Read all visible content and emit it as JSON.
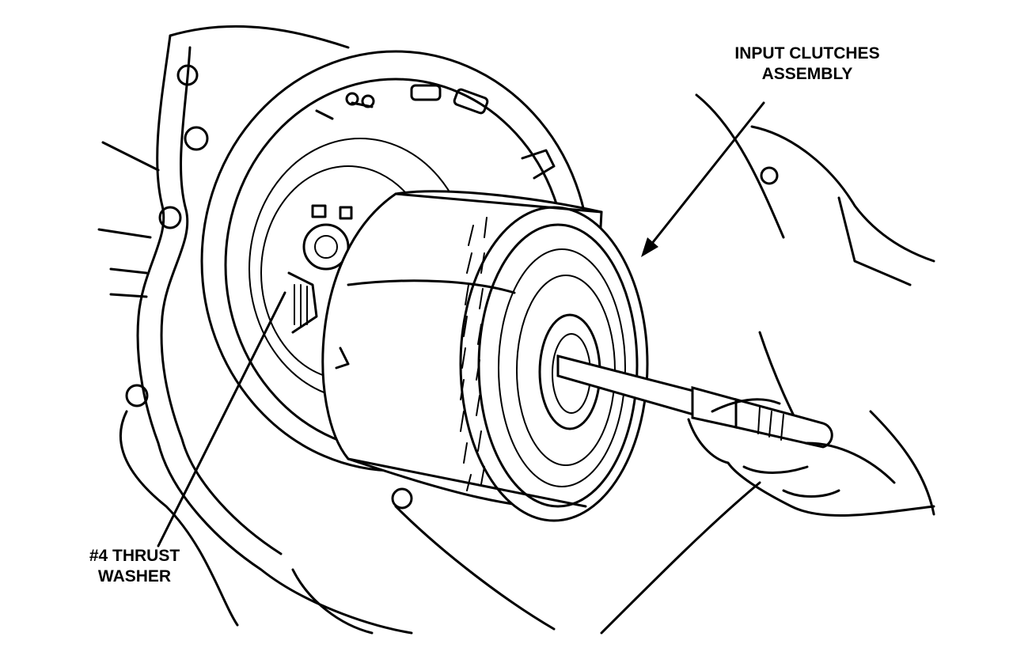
{
  "labels": {
    "input_clutches": {
      "line1": "INPUT CLUTCHES",
      "line2": "ASSEMBLY"
    },
    "thrust_washer": {
      "line1": "#4 THRUST",
      "line2": "WASHER"
    }
  },
  "colors": {
    "ink": "#000000",
    "paper": "#ffffff"
  }
}
